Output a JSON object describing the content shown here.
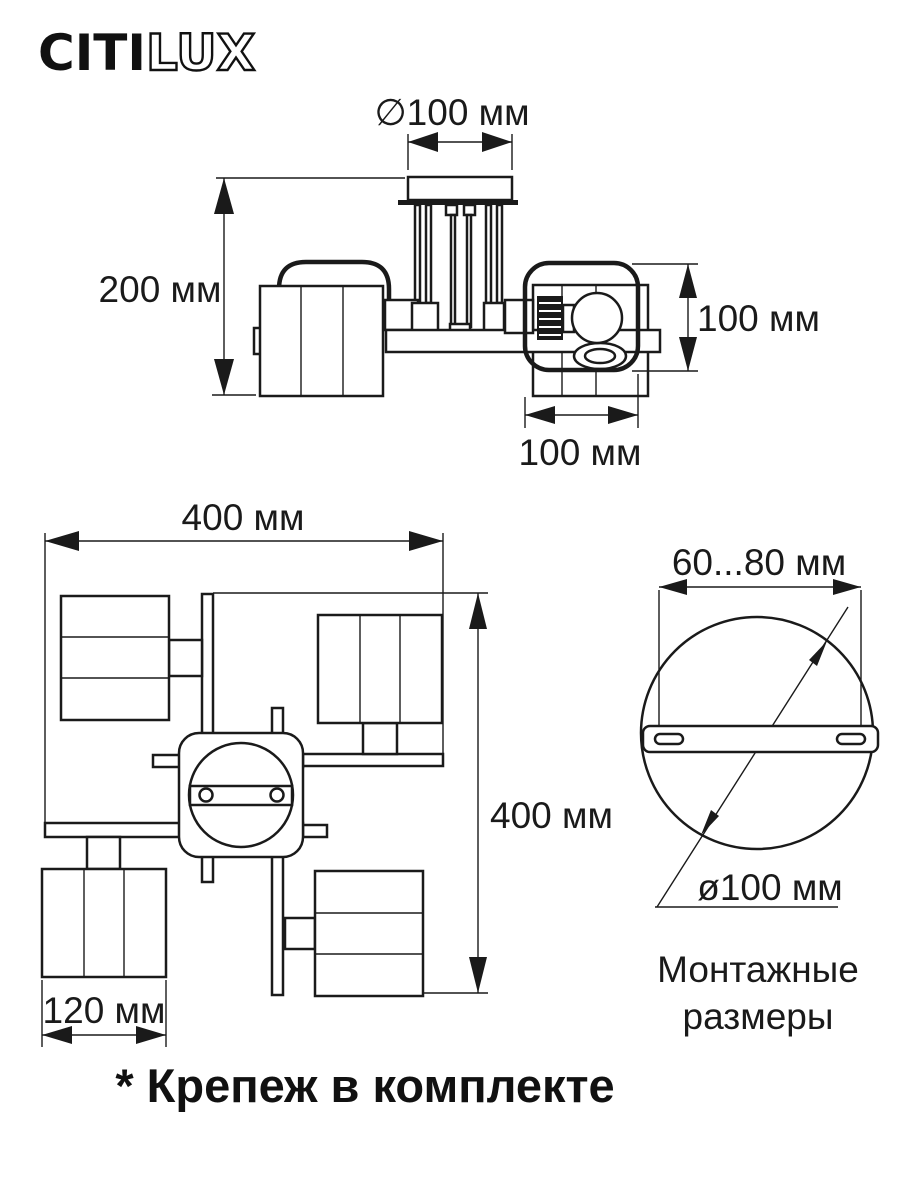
{
  "logo": {
    "part1": "CITI",
    "part2": "LUX"
  },
  "colors": {
    "line": "#1a1a1a",
    "background": "#ffffff"
  },
  "side_view": {
    "dims": {
      "canopy_diameter": "∅100 мм",
      "fixture_height": "200 мм",
      "head_height": "100 мм",
      "head_width": "100 мм"
    }
  },
  "top_view": {
    "dims": {
      "overall_width": "400 мм",
      "overall_depth": "400 мм",
      "shade_width": "120 мм"
    }
  },
  "mounting": {
    "dims": {
      "slot_spacing": "60...80 мм",
      "plate_diameter": "ø100 мм"
    },
    "caption": "Монтажные размеры"
  },
  "footnote": "* Крепеж в комплекте"
}
